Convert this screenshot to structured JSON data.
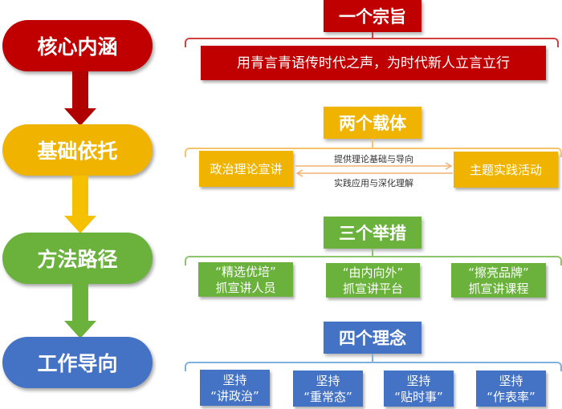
{
  "stages": [
    {
      "label": "核心内涵",
      "color": "#c00000"
    },
    {
      "label": "基础依托",
      "color": "#f0b400"
    },
    {
      "label": "方法路径",
      "color": "#6ab23c"
    },
    {
      "label": "工作导向",
      "color": "#4472c4"
    }
  ],
  "purpose": {
    "title": "一个宗旨",
    "content": "用青言青语传时代之声，为时代新人立言立行"
  },
  "carriers": {
    "title": "两个载体",
    "left": "政治理论宣讲",
    "right": "主题实践活动",
    "arrow_forward": "提供理论基础与导向",
    "arrow_back": "实践应用与深化理解"
  },
  "measures": {
    "title": "三个举措",
    "items": [
      {
        "line1": "“精选优培”",
        "line2": "抓宣讲人员"
      },
      {
        "line1": "“由内向外”",
        "line2": "抓宣讲平台"
      },
      {
        "line1": "“擦亮品牌”",
        "line2": "抓宣讲课程"
      }
    ]
  },
  "concepts": {
    "title": "四个理念",
    "items": [
      {
        "line1": "坚持",
        "line2": "“讲政治”"
      },
      {
        "line1": "坚持",
        "line2": "“重常态”"
      },
      {
        "line1": "坚持",
        "line2": "“贴时事”"
      },
      {
        "line1": "坚持",
        "line2": "“作表率”"
      }
    ]
  }
}
